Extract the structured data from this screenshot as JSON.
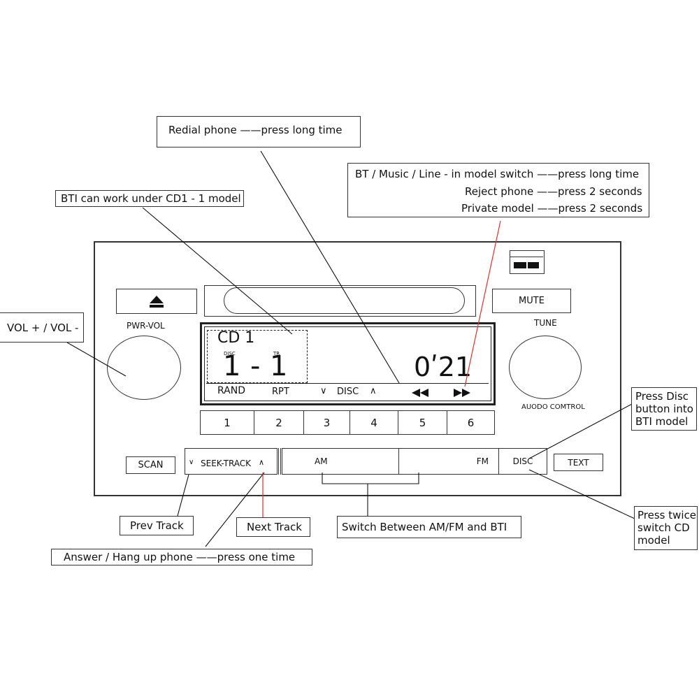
{
  "callouts": {
    "redial": "Redial phone ——press long time",
    "bt_switch": "BT / Music / Line - in model switch ——press long time",
    "reject": "Reject phone ——press 2 seconds",
    "private": "Private model ——press 2 seconds",
    "bti_work": "BTI can work under CD1 - 1  model",
    "vol": "VOL + / VOL -",
    "press_disc": [
      "Press Disc",
      "button into",
      "BTI model"
    ],
    "press_twice": [
      "Press twice",
      "switch CD",
      "model"
    ],
    "prev_track": "Prev Track",
    "next_track": "Next Track",
    "switch_am_fm": "Switch Between AM/FM and BTI",
    "answer": "Answer / Hang up phone ——press one time"
  },
  "radio": {
    "pwr_vol_label": "PWR-VOL",
    "mute_label": "MUTE",
    "tune_label": "TUNE",
    "audio_control_label": "AUODO COMTROL",
    "scan_label": "SCAN",
    "text_label": "TEXT",
    "seek_label": "SEEK-TRACK",
    "seek_down": "∨",
    "seek_up": "∧",
    "am_label": "AM",
    "fm_label": "FM",
    "disc_label": "DISC",
    "presets": [
      "1",
      "2",
      "3",
      "4",
      "5",
      "6"
    ],
    "eject_icon": "eject-icon"
  },
  "display": {
    "cd": "CD 1",
    "disc_small": "DISC",
    "tr_small": "TR",
    "disc_num": "1",
    "dash": "-",
    "track_num": "1",
    "time": "0ʹ21",
    "rand": "RAND",
    "rpt": "RPT",
    "disc_down": "∨",
    "disc_label": "DISC",
    "disc_up": "∧",
    "rewind_icon": "rewind-icon",
    "ff_icon": "fast-forward-icon"
  },
  "colors": {
    "accent_line": "#d9342b",
    "line": "#111111"
  }
}
